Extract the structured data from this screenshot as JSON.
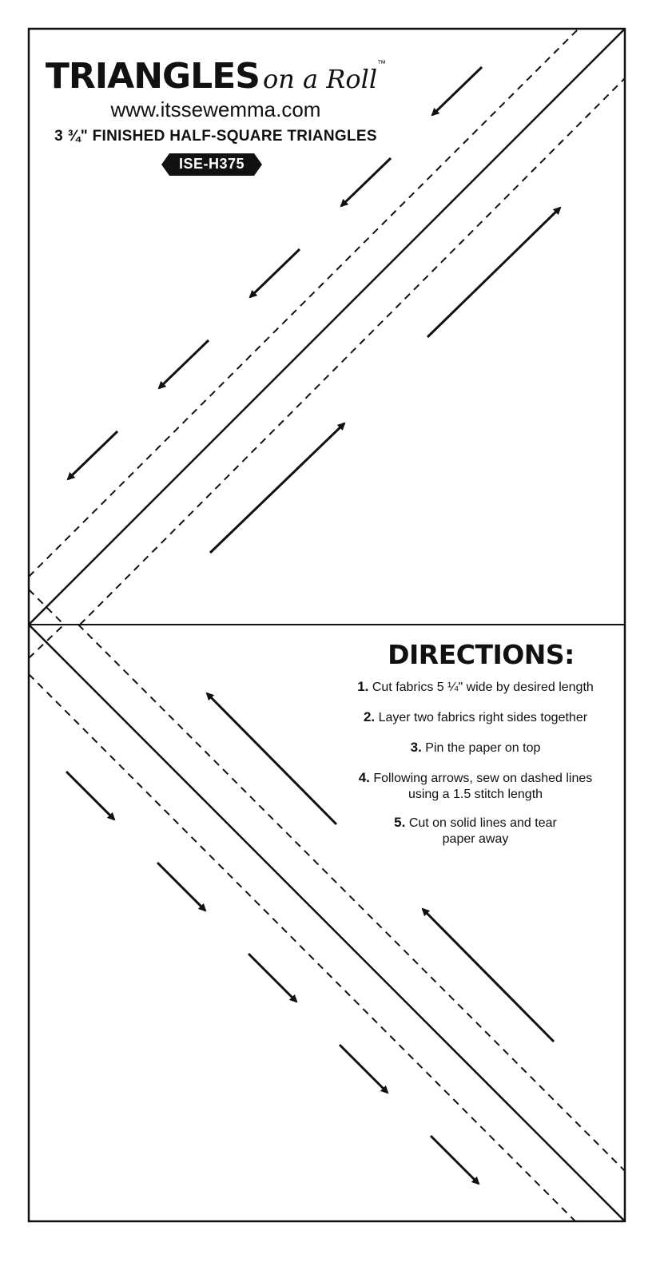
{
  "header": {
    "brand_main": "TRIANGLES",
    "brand_script": "on a Roll",
    "trademark": "™",
    "website": "www.itssewemma.com",
    "subtitle": "3 ¾\" FINISHED HALF-SQUARE TRIANGLES",
    "sku": "ISE-H375"
  },
  "directions": {
    "title": "DIRECTIONS:",
    "steps": [
      {
        "num": "1.",
        "text": "Cut fabrics 5 ¼\" wide by desired length"
      },
      {
        "num": "2.",
        "text": "Layer two fabrics right sides together"
      },
      {
        "num": "3.",
        "text": "Pin the paper on top"
      },
      {
        "num": "4.",
        "text": "Following arrows, sew on dashed lines",
        "text2": "using a 1.5 stitch length"
      },
      {
        "num": "5.",
        "text": "Cut on solid lines and tear",
        "text2": "paper away"
      }
    ]
  },
  "colors": {
    "ink": "#111111",
    "paper": "#ffffff"
  }
}
